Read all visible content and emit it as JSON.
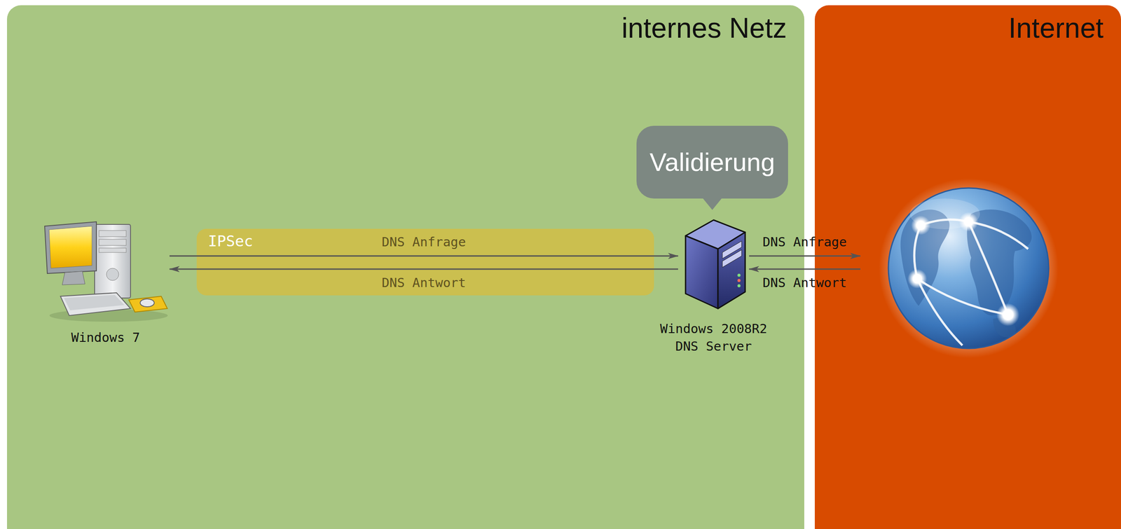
{
  "diagram": {
    "nodes": [
      {
        "text": [
          "internes Netz"
        ]
      },
      {
        "text": [
          "Windows 7"
        ],
        "in": 0
      },
      {
        "text": [
          "IPSec"
        ],
        "in": 0
      },
      {
        "text": [
          "Validierung"
        ],
        "in": 0
      },
      {
        "text": [
          "Windows 2008R2 DNS Server"
        ],
        "in": 0
      },
      {
        "text": [
          "Internet"
        ]
      }
    ],
    "edges": [
      {
        "from": 1,
        "to": 4,
        "label": "DNS Anfrage",
        "arrow": "to"
      },
      {
        "from": 4,
        "to": 1,
        "label": "DNS Antwort",
        "arrow": "to"
      },
      {
        "from": 4,
        "to": 5,
        "label": "DNS Anfrage",
        "arrow": "to"
      },
      {
        "from": 5,
        "to": 4,
        "label": "DNS Antwort",
        "arrow": "to"
      }
    ]
  }
}
